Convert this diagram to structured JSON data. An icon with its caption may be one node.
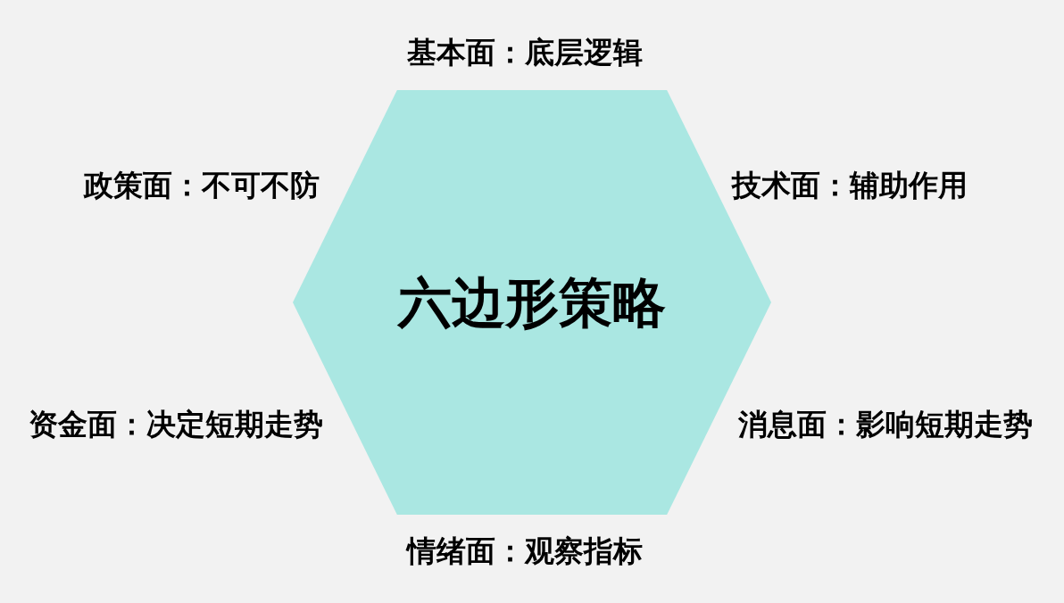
{
  "diagram": {
    "nodes": [
      {
        "text": [
          "六边形策略"
        ],
        "beside": [
          "基本面：底层逻辑",
          "政策面：不可不防",
          "技术面：辅助作用",
          "资金面：决定短期走势",
          "消息面：影响短期走势",
          "情绪面：观察指标"
        ]
      }
    ],
    "edges": []
  }
}
